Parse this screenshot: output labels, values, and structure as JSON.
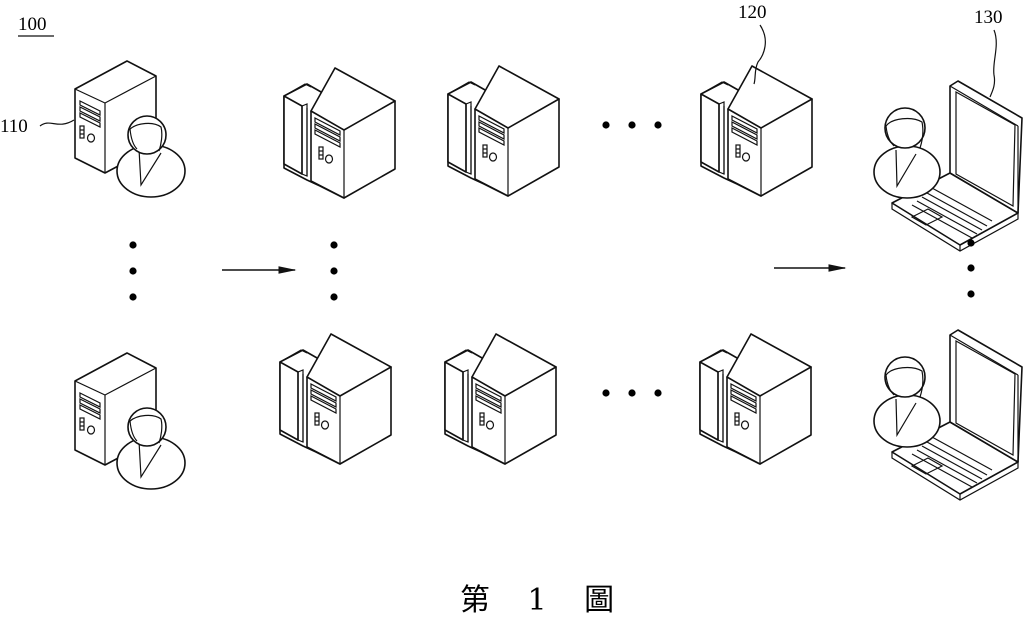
{
  "figure": {
    "system_ref": "100",
    "client_ref": "110",
    "server_ref": "120",
    "user_device_ref": "130",
    "caption": "第 1 圖"
  },
  "columns": {
    "clients": {
      "icon": "desktop-tower-with-user",
      "rows": 2,
      "ellipsis": "vertical"
    },
    "servers": {
      "icon": "server-box",
      "rows": 2,
      "per_row_visible": 3,
      "ellipsis_between": "horizontal",
      "ellipsis_rows": "vertical"
    },
    "users": {
      "icon": "user-with-laptop",
      "rows": 2,
      "ellipsis": "vertical"
    }
  },
  "flows": [
    {
      "from": "clients",
      "to": "servers",
      "icon": "arrow-right"
    },
    {
      "from": "servers",
      "to": "users",
      "icon": "arrow-right"
    }
  ],
  "colors": {
    "line": "#111111",
    "background": "#ffffff"
  }
}
